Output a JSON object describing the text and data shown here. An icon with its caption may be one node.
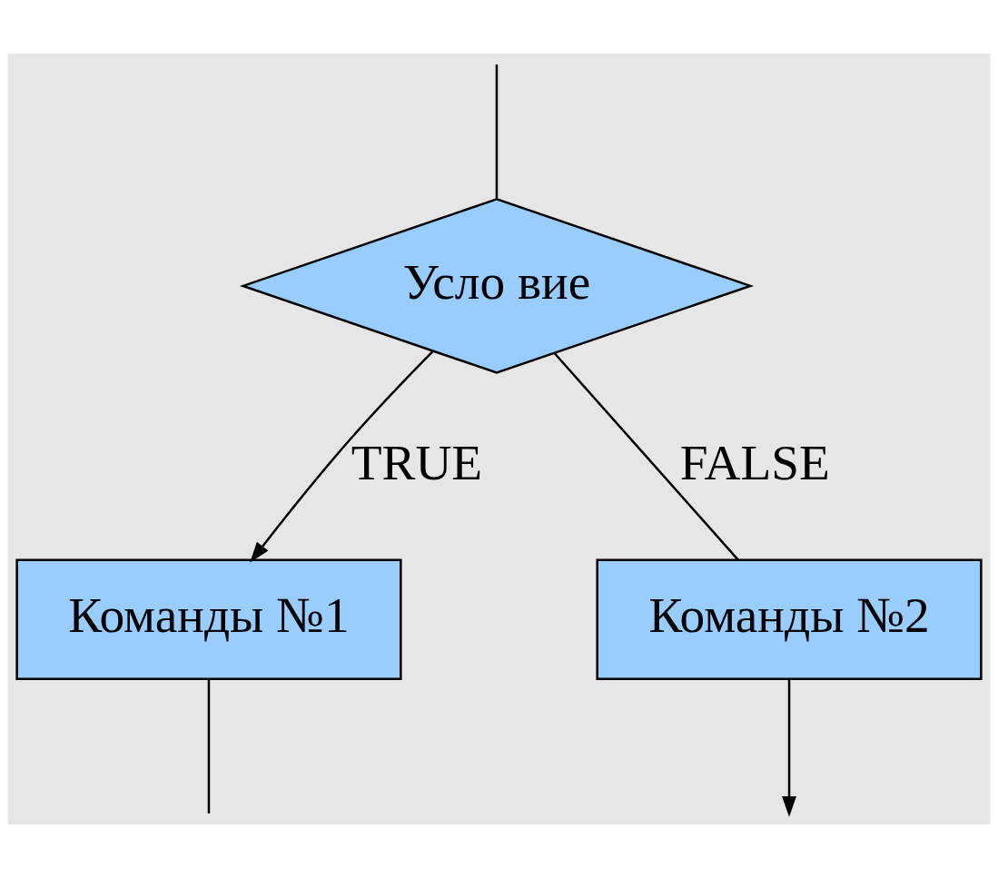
{
  "diagram": {
    "nodes": [
      {
        "text": [
          "Усло вие"
        ]
      },
      {
        "text": [
          "Команды №1"
        ]
      },
      {
        "text": [
          "Команды №2"
        ]
      }
    ],
    "edges": [
      {
        "from": null,
        "to": 0,
        "arrow": "none"
      },
      {
        "from": 0,
        "to": 1,
        "arrow": "to",
        "label": "TRUE"
      },
      {
        "from": 0,
        "to": 2,
        "arrow": "none",
        "label": "FALSE"
      },
      {
        "from": 1,
        "to": null,
        "arrow": "none"
      },
      {
        "from": 2,
        "to": null,
        "arrow": "to"
      }
    ]
  }
}
